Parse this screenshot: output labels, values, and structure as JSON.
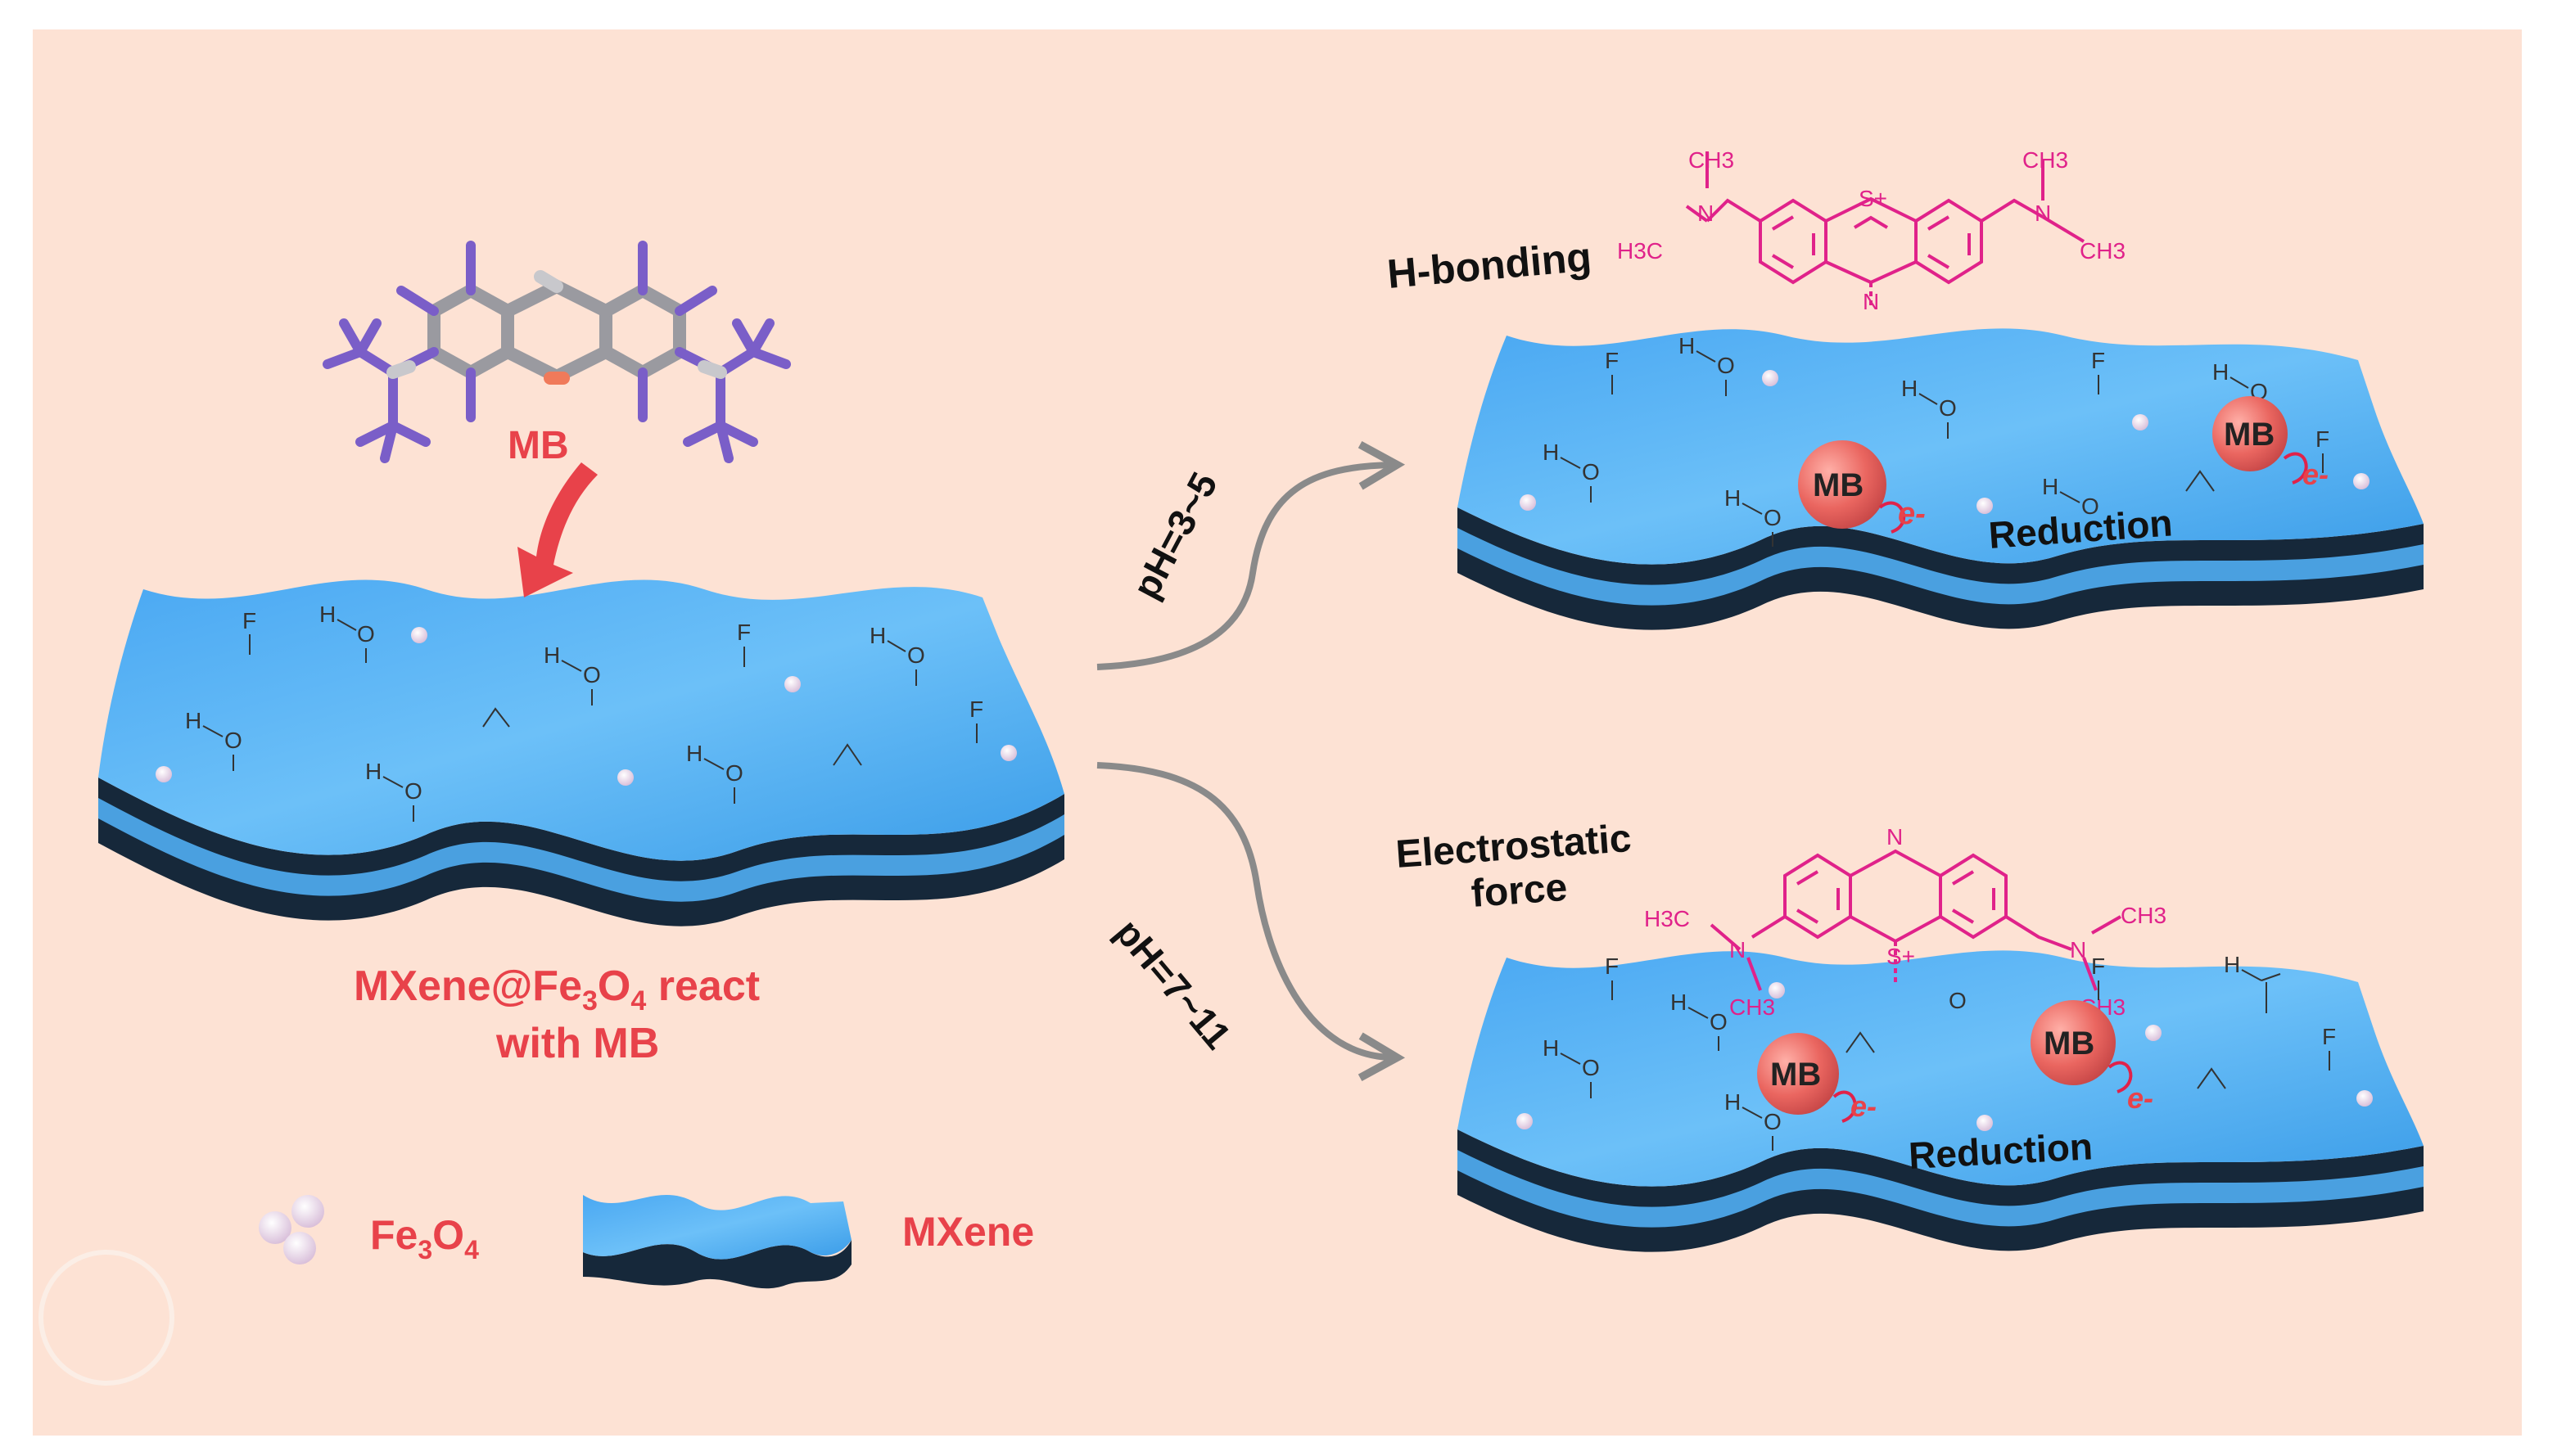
{
  "left": {
    "mb_label": "MB",
    "caption_line1_a": "MXene@Fe",
    "caption_sub1": "3",
    "caption_line1_b": "O",
    "caption_sub2": "4",
    "caption_line1_c": "  react",
    "caption_line2": "with MB"
  },
  "legend": {
    "fe_a": "Fe",
    "fe_sub1": "3",
    "fe_b": "O",
    "fe_sub2": "4",
    "mxene": "MXene"
  },
  "arrows": {
    "top_ph": "pH=3~5",
    "bottom_ph": "pH=7~11"
  },
  "top": {
    "mechanism": "H-bonding",
    "reduction": "Reduction",
    "mb": "MB",
    "electron": "e-",
    "s_plus": "S+",
    "n": "N",
    "ch3": "CH3",
    "h3c": "H3C"
  },
  "bottom": {
    "mechanism_line1": "Electrostatic",
    "mechanism_line2": "force",
    "reduction": "Reduction",
    "mb": "MB",
    "electron": "e-",
    "s_plus": "S+",
    "n": "N",
    "ch3": "CH3",
    "h3c": "H3C"
  },
  "groups": {
    "f": "F",
    "h": "H",
    "o": "O"
  },
  "colors": {
    "background": "#fde2d4",
    "mxene_blue": "#5ab4f4",
    "mxene_dark": "#16283a",
    "label_red": "#e8424a",
    "pink_molecule": "#e0228a",
    "mb_sphere": "#e86a6a",
    "arrow_grey": "#8a8a8a",
    "fe3o4_particle": "#e8d2e8"
  }
}
